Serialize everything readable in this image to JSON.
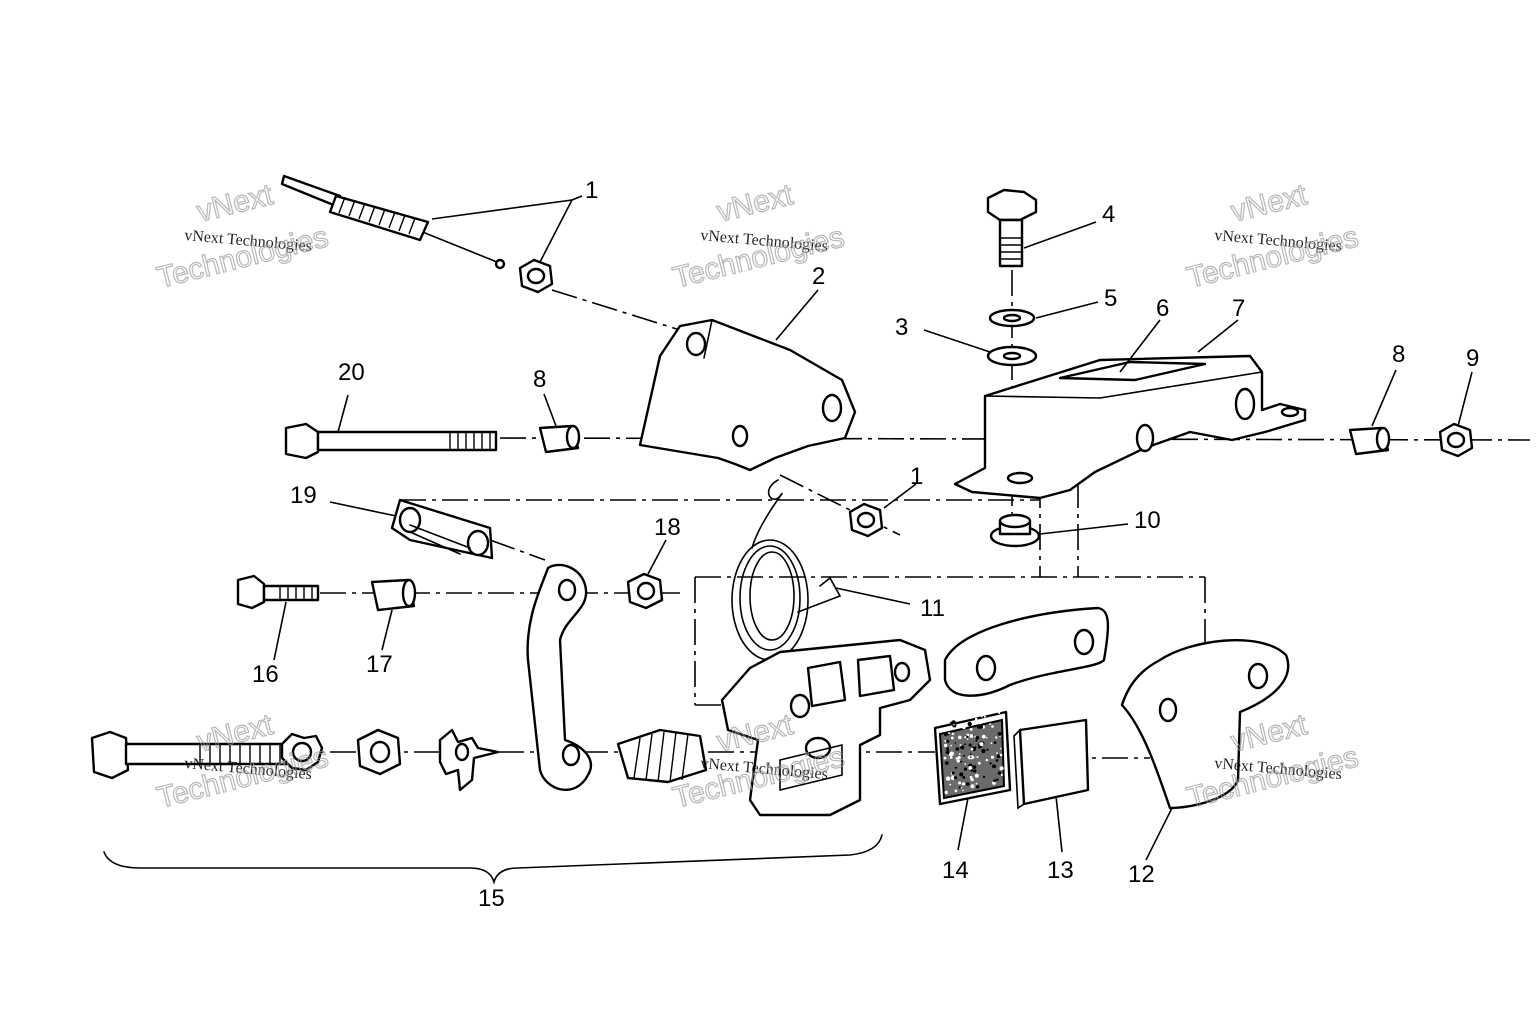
{
  "diagram": {
    "callouts": [
      {
        "id": "1a",
        "text": "1"
      },
      {
        "id": "1b",
        "text": "1"
      },
      {
        "id": "2",
        "text": "2"
      },
      {
        "id": "3",
        "text": "3"
      },
      {
        "id": "4",
        "text": "4"
      },
      {
        "id": "5",
        "text": "5"
      },
      {
        "id": "6",
        "text": "6"
      },
      {
        "id": "7",
        "text": "7"
      },
      {
        "id": "8a",
        "text": "8"
      },
      {
        "id": "8b",
        "text": "8"
      },
      {
        "id": "9",
        "text": "9"
      },
      {
        "id": "10",
        "text": "10"
      },
      {
        "id": "11",
        "text": "11"
      },
      {
        "id": "12",
        "text": "12"
      },
      {
        "id": "13",
        "text": "13"
      },
      {
        "id": "14",
        "text": "14"
      },
      {
        "id": "15",
        "text": "15"
      },
      {
        "id": "16",
        "text": "16"
      },
      {
        "id": "17",
        "text": "17"
      },
      {
        "id": "18",
        "text": "18"
      },
      {
        "id": "19",
        "text": "19"
      },
      {
        "id": "20",
        "text": "20"
      }
    ],
    "watermark": {
      "small": "vNext Technologies",
      "top": "vNext",
      "bottom": "Technologies"
    }
  }
}
